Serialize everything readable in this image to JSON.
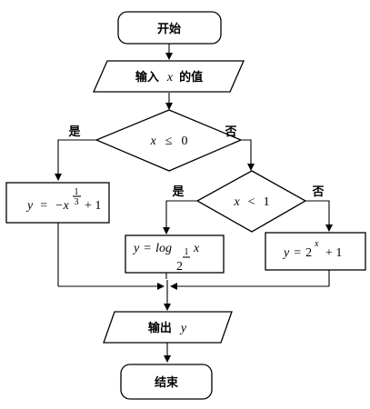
{
  "nodes": {
    "start": {
      "label": "开始"
    },
    "input": {
      "prefix": "输入",
      "var": "x",
      "suffix": "的值"
    },
    "cond1": {
      "var": "x",
      "op": "≤",
      "value": "0"
    },
    "proc_left": {
      "lhs": "y",
      "eq": "=",
      "rhs_prefix": "−x",
      "exp_num": "1",
      "exp_den": "3",
      "tail": "+ 1"
    },
    "cond2": {
      "var": "x",
      "op": "<",
      "value": "1"
    },
    "proc_mid": {
      "lhs": "y",
      "eq": "=",
      "func": "log",
      "base_num": "1",
      "base_den": "2",
      "arg": "x"
    },
    "proc_right": {
      "lhs": "y",
      "eq": "=",
      "base": "2",
      "exp": "x",
      "tail": "+ 1"
    },
    "output": {
      "prefix": "输出",
      "var": "y"
    },
    "end": {
      "label": "结束"
    }
  },
  "branches": {
    "cond1_yes": "是",
    "cond1_no": "否",
    "cond2_yes": "是",
    "cond2_no": "否"
  }
}
